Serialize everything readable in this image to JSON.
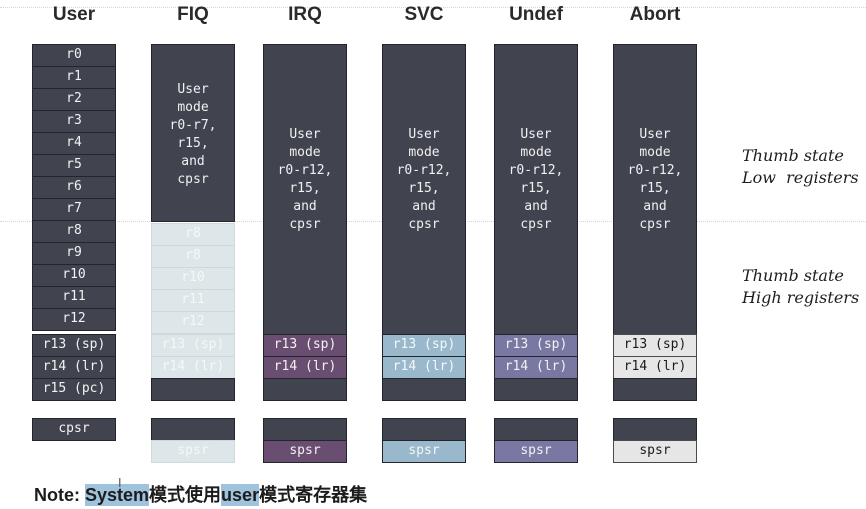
{
  "modes": [
    "User",
    "FIQ",
    "IRQ",
    "SVC",
    "Undef",
    "Abort"
  ],
  "user_registers": [
    "r0",
    "r1",
    "r2",
    "r3",
    "r4",
    "r5",
    "r6",
    "r7",
    "r8",
    "r9",
    "r10",
    "r11",
    "r12",
    "r13 (sp)",
    "r14 (lr)",
    "r15 (pc)"
  ],
  "cpsr_label": "cpsr",
  "spsr_label": "spsr",
  "fiq": {
    "shared_text": "User\nmode\nr0-r7,\nr15,\nand\ncpsr",
    "banked": [
      "r8",
      "r8",
      "r10",
      "r11",
      "r12",
      "r13 (sp)",
      "r14 (lr)"
    ]
  },
  "other_modes_shared_text": "User\nmode\nr0-r12,\nr15,\nand\ncpsr",
  "banked_sp": "r13 (sp)",
  "banked_lr": "r14 (lr)",
  "thumb_low": "Thumb state\nLow  registers",
  "thumb_high": "Thumb state\nHigh registers",
  "note": {
    "prefix": "Note: ",
    "system": "System",
    "mid": "模式使用",
    "user": "user",
    "suffix": "模式寄存器集"
  },
  "colors": {
    "dark_cell": "#41444f",
    "fiq_banked": "#dde7ea",
    "irq_banked": "#6a4e72",
    "svc_banked": "#9ab8cc",
    "undef_banked": "#7878a2",
    "abort_banked": "#e6e6e6",
    "note_highlight": "#9fc2dd"
  }
}
